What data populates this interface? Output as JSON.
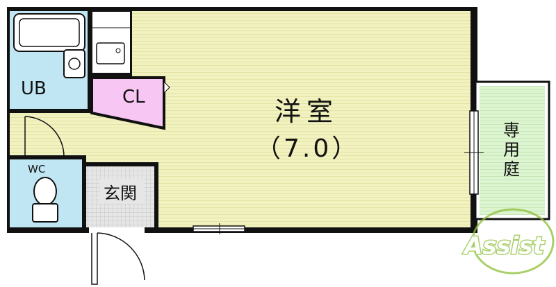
{
  "floorplan": {
    "rooms": {
      "main_room": {
        "label": "洋室",
        "size": "（7.0）"
      },
      "unit_bath": {
        "label": "UB"
      },
      "closet": {
        "label": "CL"
      },
      "toilet": {
        "label": "WC"
      },
      "entrance": {
        "label": "玄関"
      },
      "private_garden": {
        "label": "専用庭",
        "chars": [
          "専",
          "用",
          "庭"
        ]
      }
    },
    "colors": {
      "main_room": "#f2f2c0",
      "main_room_stripe": "#e3e3a6",
      "unit_bath": "#bfe6f2",
      "closet": "#f7c6f2",
      "garden": "#dcf4d0",
      "entrance": "#d9d9d9",
      "wall": "#111111"
    }
  },
  "logo": {
    "text": "Assist",
    "color": "#8dbf3a"
  }
}
